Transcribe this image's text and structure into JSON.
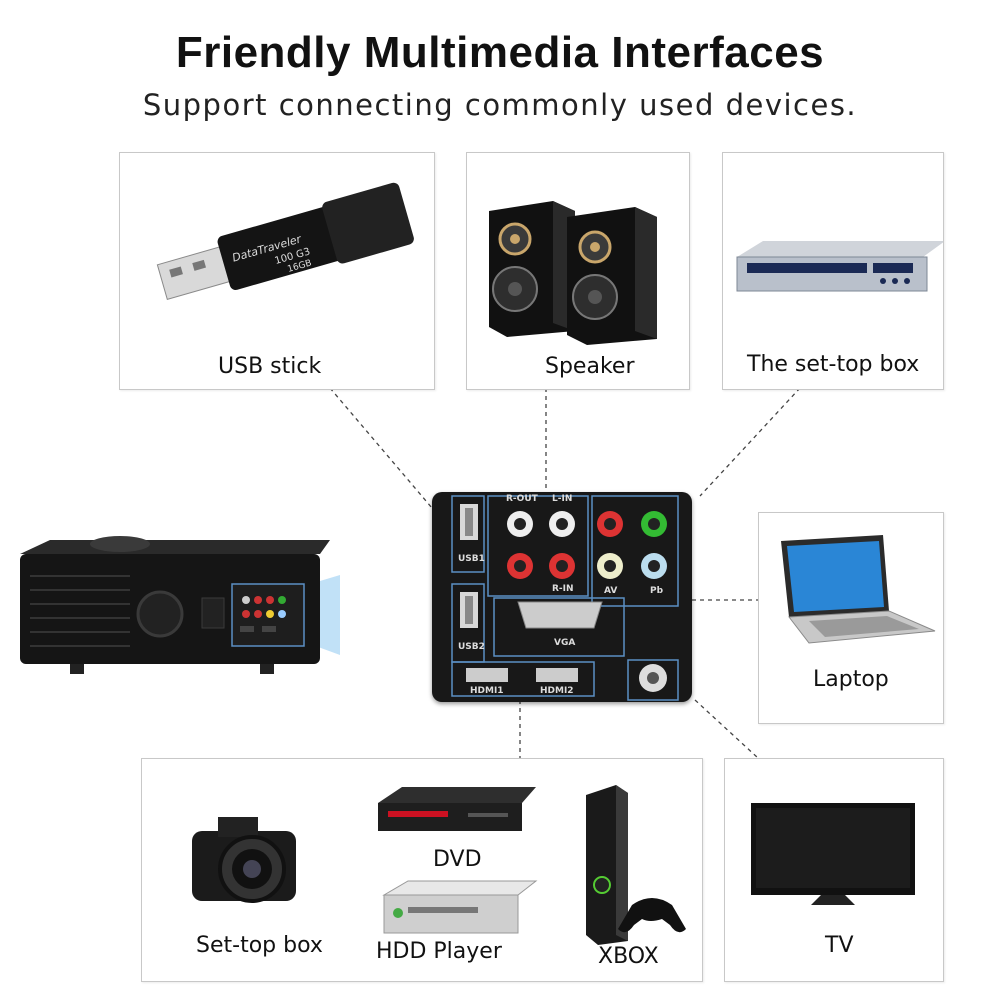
{
  "header": {
    "title": "Friendly Multimedia Interfaces",
    "subtitle": "Support connecting commonly used devices."
  },
  "devices": {
    "usb_stick": "USB stick",
    "usb_brand": "DataTraveler",
    "usb_model": "100 G3",
    "usb_capacity": "16GB",
    "speaker": "Speaker",
    "settop_box_top": "The set-top box",
    "laptop": "Laptop",
    "tv": "TV",
    "settop_box_bottom": "Set-top box",
    "dvd": "DVD",
    "hdd_player": "HDD Player",
    "xbox": "XBOX"
  },
  "panel": {
    "usb1": "USB1",
    "usb2": "USB2",
    "r_out": "R-OUT",
    "l_in": "L-IN",
    "r_in": "R-IN",
    "av": "AV",
    "pb": "Pb",
    "vga": "VGA",
    "hdmi1": "HDMI1",
    "hdmi2": "HDMI2"
  },
  "colors": {
    "outline_blue": "#5b8fc4",
    "panel_bg": "#1a1a1a",
    "beam": "#8ec8f0"
  }
}
